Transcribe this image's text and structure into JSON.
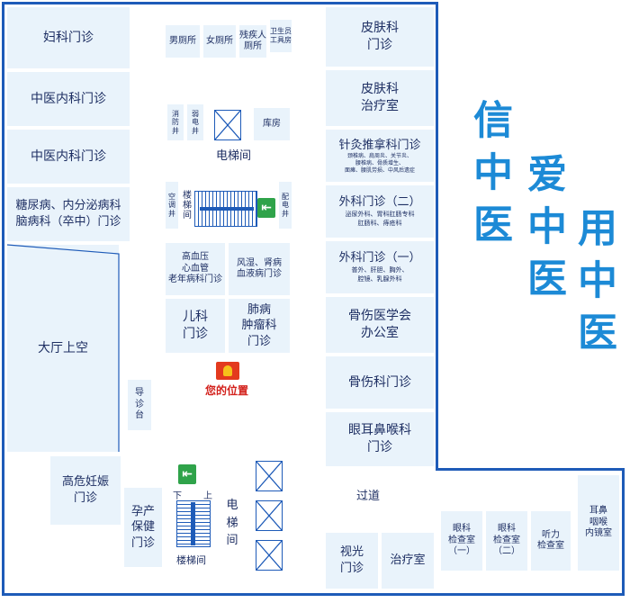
{
  "colors": {
    "room_fill": "#e9f3fb",
    "wall": "#1e5bb8",
    "slogan": "#1c8ad6",
    "you_are_here": "#d3211c",
    "exit_sign": "#2fa34a"
  },
  "rooms": {
    "gynecology": "妇科门诊",
    "tcm_internal_1": "中医内科门诊",
    "tcm_internal_2": "中医内科门诊",
    "diabetes_endocrine": "糖尿病、内分泌病科\n脑病科（卒中）门诊",
    "lobby_atrium": "大厅上空",
    "high_risk_pregnancy": "高危妊娠\n门诊",
    "maternity_care": "孕产\n保健\n门诊",
    "mens_toilet": "男厕所",
    "womens_toilet": "女厕所",
    "disabled_toilet": "残疾人\n厕所",
    "sanitation_tools": "卫生员\n工具房",
    "fire_shaft": "消\n防\n井",
    "electric_shaft": "弱\n电\n井",
    "storage": "库房",
    "ac_shaft": "空\n调\n井",
    "power_shaft": "配\n电\n井",
    "stairwell_1": "楼\n梯\n间",
    "elevator_hall_1": "电梯间",
    "elderly_cardio": "高血压\n心血管\n老年病科门诊",
    "rheum_kidney_blood": "风湿、肾病\n血液病门诊",
    "pediatrics": "儿科\n门诊",
    "lung_tumor": "肺病\n肿瘤科\n门诊",
    "dermatology": "皮肤科\n门诊",
    "derm_treatment": "皮肤科\n治疗室",
    "acupuncture": "针灸推拿科门诊",
    "acupuncture_detail": "颈椎病、肩周炎、关节炎、\n腰椎病、骨质增生、\n面瘫、腰肌劳损、中风后遗症",
    "surgery_2": "外科门诊（二）",
    "surgery_2_detail": "泌尿外科、胃科肛肠专科\n肛肠科、痔疮科",
    "surgery_1": "外科门诊（一）",
    "surgery_1_detail": "普外、肝胆、胸外、\n腔镜、乳腺外科",
    "orthopedics_office": "骨伤医学会\n办公室",
    "orthopedics_clinic": "骨伤科门诊",
    "ent": "眼耳鼻喉科\n门诊",
    "guide_desk": "导\n诊\n台",
    "elevator_hall_2": "电\n梯\n间",
    "stairwell_2": "楼梯间",
    "vision_clinic": "视光\n门诊",
    "treatment_room": "治疗室",
    "corridor": "过道",
    "eye_exam_1": "眼科\n检查室\n（一）",
    "eye_exam_2": "眼科\n检查室\n（二）",
    "hearing_exam": "听力\n检查室",
    "ent_endoscopy": "耳鼻\n咽喉\n内镜室"
  },
  "stair_labels": {
    "down": "下",
    "up": "上"
  },
  "you_are_here": "您的位置",
  "slogan": {
    "col1": "信中医",
    "col2": "爱中医",
    "col3": "用中医"
  }
}
